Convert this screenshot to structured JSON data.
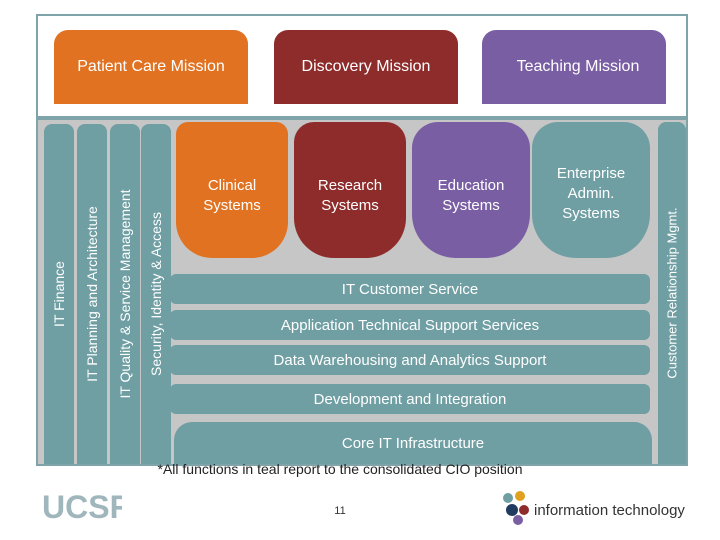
{
  "missions": {
    "patient_care": "Patient Care Mission",
    "discovery": "Discovery Mission",
    "teaching": "Teaching Mission"
  },
  "vertical_bars": {
    "it_finance": "IT Finance",
    "it_planning": "IT Planning and Architecture",
    "it_quality": "IT Quality &  Service Management",
    "security": "Security, Identity & Access",
    "customer_relationship": "Customer Relationship Mgmt."
  },
  "systems": {
    "clinical": "Clinical Systems",
    "research": "Research Systems",
    "education": "Education Systems",
    "enterprise": "Enterprise Admin. Systems"
  },
  "services": [
    "IT Customer Service",
    "Application Technical Support Services",
    "Data Warehousing and Analytics Support",
    "Development and Integration"
  ],
  "core": "Core IT Infrastructure",
  "footnote": "*All functions in teal report to the consolidated CIO position",
  "page_number": "11",
  "logos": {
    "ucsf": "UCSF",
    "it": "information technology"
  },
  "colors": {
    "teal": "#6f9ea3",
    "orange": "#e07222",
    "maroon": "#8e2c2c",
    "purple": "#7a5ea3",
    "gray": "#c6c6c6"
  }
}
